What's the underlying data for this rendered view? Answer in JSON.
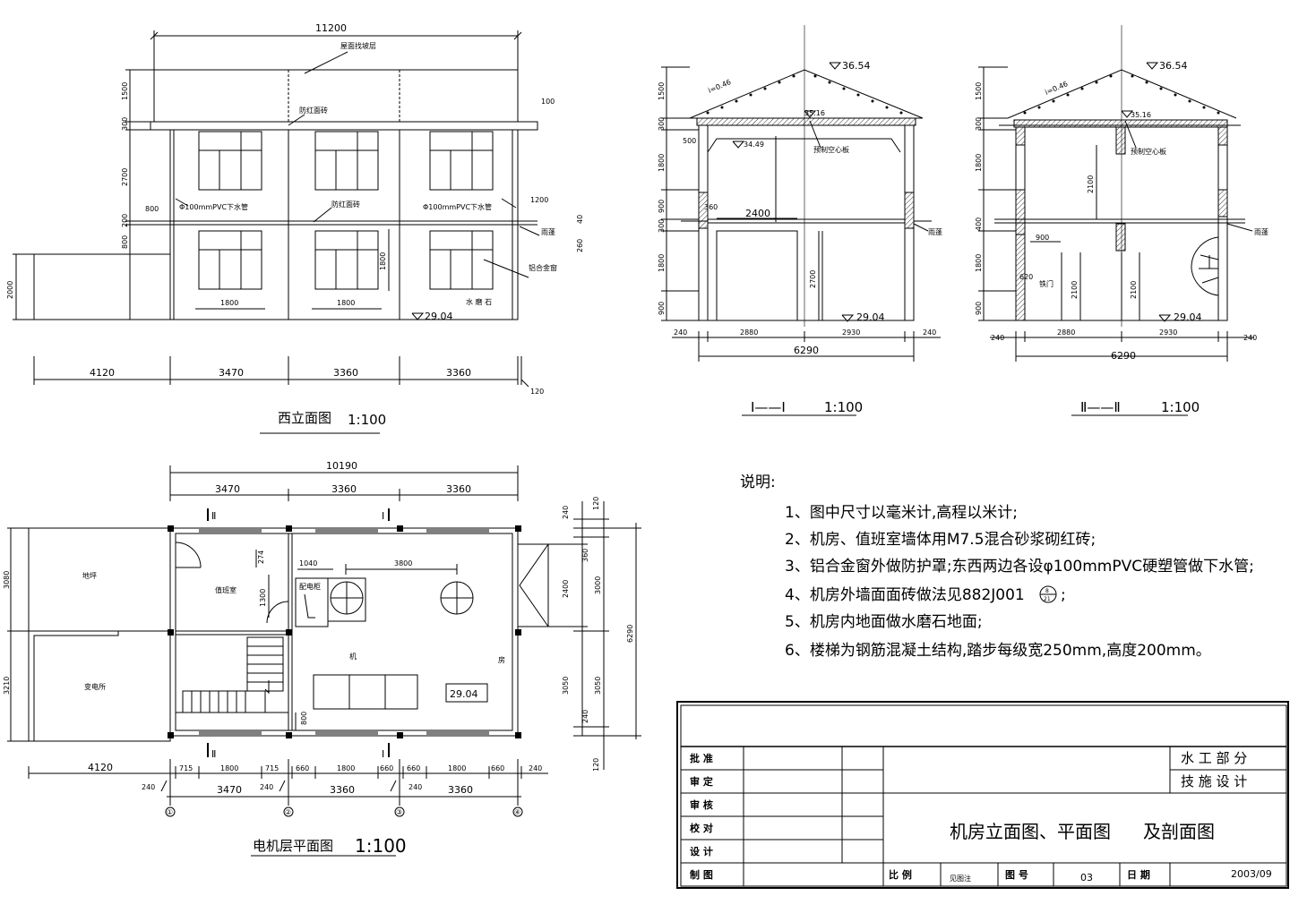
{
  "west_elevation": {
    "title": "西立面图",
    "scale": "1:100",
    "dim_total": "11200",
    "labels": {
      "roof_note": "屋面找坡层",
      "facing_brick_1": "防红面砖",
      "facing_brick_2": "防红面砖",
      "pipe_1": "Φ100mmPVC下水管",
      "pipe_2": "Φ100mmPVC下水管",
      "canopy": "雨蓬",
      "alu_window": "铝合金窗",
      "terrazzo": "水 磨 石",
      "elev": "29.04"
    },
    "vdims": [
      "1500",
      "300",
      "2700",
      "200",
      "800",
      "2000"
    ],
    "window_w1": "1800",
    "window_w2": "1800",
    "window_h": "1800",
    "dims_small": {
      "d800": "800",
      "d1200": "1200",
      "d100": "100",
      "d260": "260",
      "d40": "40"
    },
    "bottom_dims": [
      "4120",
      "3470",
      "3360",
      "3360"
    ],
    "bottom_end": "120"
  },
  "section_1": {
    "title": "Ⅰ——Ⅰ",
    "scale": "1:100",
    "elev_top": "36.54",
    "elev_ceiling": "35.16",
    "elev_inner": "34.49",
    "elev_floor": "29.04",
    "slope": "i=0.46",
    "note_slab": "预制空心板",
    "note_canopy": "雨蓬",
    "vdims": [
      "1500",
      "300",
      "1800",
      "900",
      "300",
      "1800",
      "900"
    ],
    "inner": {
      "d500": "500",
      "d360": "360",
      "d2400": "2400",
      "d2700": "2700"
    },
    "bottom": [
      "240",
      "2880",
      "2930",
      "240"
    ],
    "total": "6290"
  },
  "section_2": {
    "title": "Ⅱ——Ⅱ",
    "scale": "1:100",
    "elev_top": "36.54",
    "elev_ceiling": "35.16",
    "elev_floor": "29.04",
    "slope": "i=0.46",
    "note_slab": "预制空心板",
    "note_canopy": "雨蓬",
    "note_door": "铁门",
    "vdims": [
      "1500",
      "300",
      "1800",
      "400",
      "1800",
      "900"
    ],
    "inner": {
      "d2100a": "2100",
      "d900": "900",
      "d620": "620",
      "d2100b": "2100",
      "d2100c": "2100"
    },
    "bottom": [
      "240",
      "2880",
      "2930",
      "240"
    ],
    "total": "6290"
  },
  "plan": {
    "title": "电机层平面图",
    "scale": "1:100",
    "top_total": "10190",
    "top_dims": [
      "3470",
      "3360",
      "3360"
    ],
    "rooms": {
      "yard": "地坪",
      "substation": "变电所",
      "duty": "值班室",
      "machine": "机",
      "machine2": "房",
      "panel": "配电柜",
      "elev": "29.04"
    },
    "inner": {
      "d274": "274",
      "d1040": "1040",
      "d3800": "3800",
      "d1300": "1300",
      "d800": "800"
    },
    "section_marks": {
      "m1": "Ⅱ",
      "m2": "Ⅰ",
      "m3": "Ⅱ",
      "m4": "Ⅰ"
    },
    "right_dims": {
      "r240a": "240",
      "r120a": "120",
      "r360": "360",
      "r2400": "2400",
      "r3000": "3000",
      "r6290": "6290",
      "r3050a": "3050",
      "r3050b": "3050",
      "r240b": "240",
      "r120b": "120"
    },
    "left_dims": [
      "3080",
      "3210"
    ],
    "bottom_row1": [
      "4120",
      "715",
      "1800",
      "715",
      "660",
      "1800",
      "660",
      "660",
      "1800",
      "660",
      "240"
    ],
    "bottom_row2": [
      "240",
      "3470",
      "240",
      "3360",
      "240",
      "3360"
    ],
    "axes": [
      "①",
      "②",
      "③",
      "④"
    ]
  },
  "notes": {
    "heading": "说明:",
    "items": [
      "1、图中尺寸以毫米计,高程以米计;",
      "2、机房、值班室墙体用M7.5混合砂浆砌红砖;",
      "3、铝合金窗外做防护罩;东西两边各设φ100mmPVC硬塑管做下水管;",
      "4、机房外墙面面砖做法见882J001",
      "5、机房内地面做水磨石地面;",
      "6、楼梯为钢筋混凝土结构,踏步每级宽250mm,高度200mm。"
    ],
    "note4_suffix": ";",
    "circle_top": "8",
    "circle_bot": "21"
  },
  "title_block": {
    "rows": [
      "批 准",
      "审 定",
      "审 核",
      "校 对",
      "设 计",
      "制 图"
    ],
    "dept": "水 工 部 分",
    "stage": "技 施 设 计",
    "drawing_title": "机房立面图、平面图",
    "drawing_title2": "及剖面图",
    "scale_label": "比 例",
    "scale_value": "见图注",
    "no_label": "图 号",
    "no_value": "03",
    "date_label": "日 期",
    "date_value": "2003/09"
  }
}
